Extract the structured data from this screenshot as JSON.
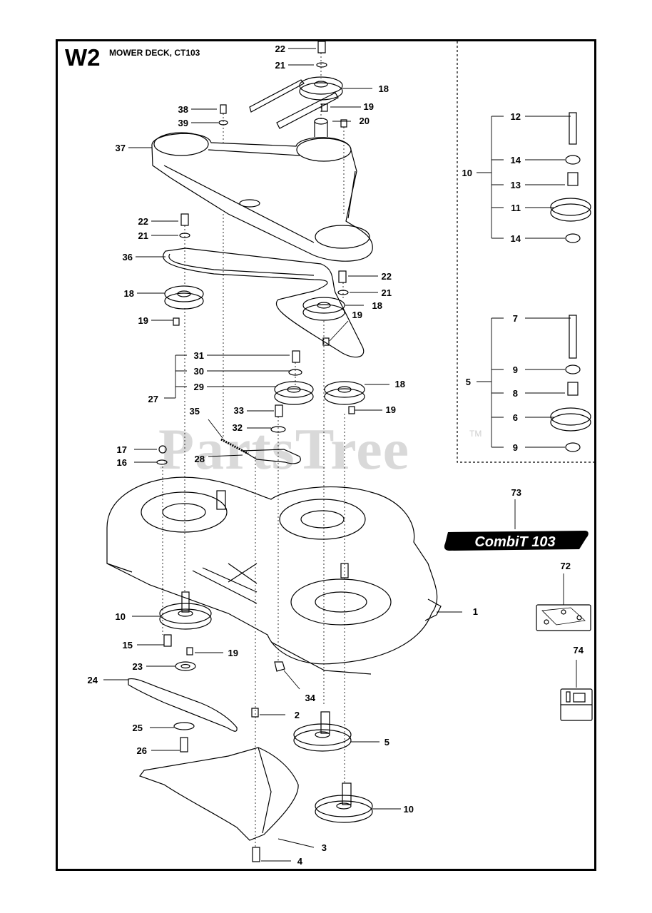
{
  "page": {
    "code": "W2",
    "title": "MOWER DECK, CT103",
    "watermark": "PartsTree",
    "trademark": "TM"
  },
  "decal": {
    "text": "CombiT 103"
  },
  "callouts": {
    "c22a": "22",
    "c21a": "21",
    "c18a": "18",
    "c19a": "19",
    "c20": "20",
    "c38": "38",
    "c39": "39",
    "c37": "37",
    "c22b": "22",
    "c21b": "21",
    "c36": "36",
    "c22c": "22",
    "c21c": "21",
    "c18b": "18",
    "c19b": "19",
    "c18c": "18",
    "c19c": "19",
    "c31": "31",
    "c30": "30",
    "c29": "29",
    "c27": "27",
    "c18d": "18",
    "c19d": "19",
    "c35": "35",
    "c33": "33",
    "c32": "32",
    "c28": "28",
    "c17": "17",
    "c16": "16",
    "c73": "73",
    "c72": "72",
    "c74": "74",
    "c1": "1",
    "c10a": "10",
    "c15": "15",
    "c19e": "19",
    "c23": "23",
    "c34": "34",
    "c24": "24",
    "c2": "2",
    "c25": "25",
    "c26": "26",
    "c5": "5",
    "c10b": "10",
    "c3": "3",
    "c4": "4",
    "k12": "12",
    "k14a": "14",
    "k10": "10",
    "k13": "13",
    "k11": "11",
    "k14b": "14",
    "k7": "7",
    "k9a": "9",
    "k5": "5",
    "k8": "8",
    "k6": "6",
    "k9b": "9"
  }
}
